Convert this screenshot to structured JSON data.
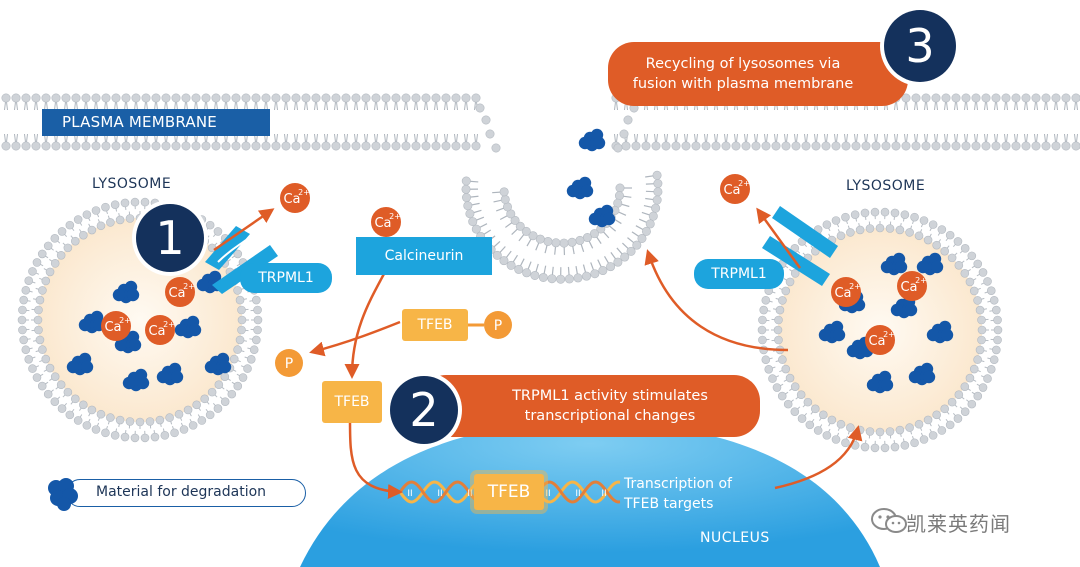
{
  "plasma_membrane": {
    "label": "PLASMA MEMBRANE"
  },
  "lysosome_left": {
    "title": "LYSOSOME",
    "channel": "TRPML1",
    "ions": [
      "Ca2+",
      "Ca2+",
      "Ca2+"
    ],
    "released_ion": "Ca2+"
  },
  "lysosome_right": {
    "title": "LYSOSOME",
    "channel": "TRPML1",
    "ions": [
      "Ca2+",
      "Ca2+",
      "Ca2+"
    ],
    "released_ion": "Ca2+"
  },
  "calcineurin": {
    "label": "Calcineurin",
    "ion": "Ca2+"
  },
  "tfeb_phospho": {
    "label": "TFEB",
    "phosphate": "P"
  },
  "free_phosphate": "P",
  "tfeb_free": "TFEB",
  "tfeb_dna": "TFEB",
  "dna_marker": "II",
  "steps": [
    {
      "number": "1"
    },
    {
      "number": "2",
      "text_line1": "TRPML1 activity stimulates",
      "text_line2": "transcriptional changes"
    },
    {
      "number": "3",
      "text_line1": "Recycling of lysosomes via",
      "text_line2": "fusion with plasma membrane"
    }
  ],
  "transcription": {
    "line1": "Transcription of",
    "line2": "TFEB targets"
  },
  "nucleus": "NUCLEUS",
  "legend": {
    "label": "Material for degradation"
  },
  "watermark": "凯莱英药闻",
  "colors": {
    "navy": "#14315c",
    "blue": "#1da4dd",
    "darkblue": "#1a5fa6",
    "cargo": "#1457a8",
    "orange": "#df5c27",
    "tfeb": "#f7b547",
    "phosphate": "#f39a36",
    "membrane_head": "#cfd3d8",
    "lumen": "#fdf1e1",
    "nucleus": "#3aa9e3"
  }
}
